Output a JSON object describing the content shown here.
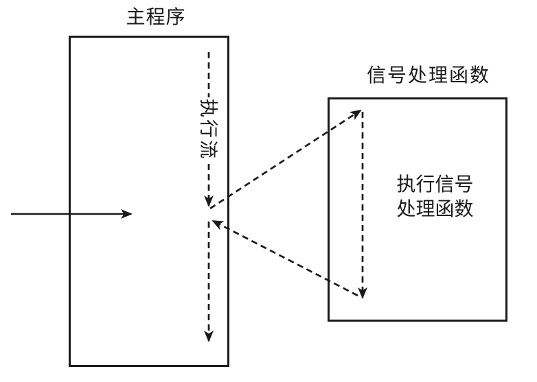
{
  "diagram": {
    "title_context": "signal-handling-control-flow",
    "colors": {
      "background": "#ffffff",
      "line": "#1a1a1a"
    },
    "main_box": {
      "label": "主程序"
    },
    "exec_flow_label": "执行流",
    "handler_box": {
      "label": "信号处理函数",
      "body": "执行信号\n处理函数"
    }
  }
}
